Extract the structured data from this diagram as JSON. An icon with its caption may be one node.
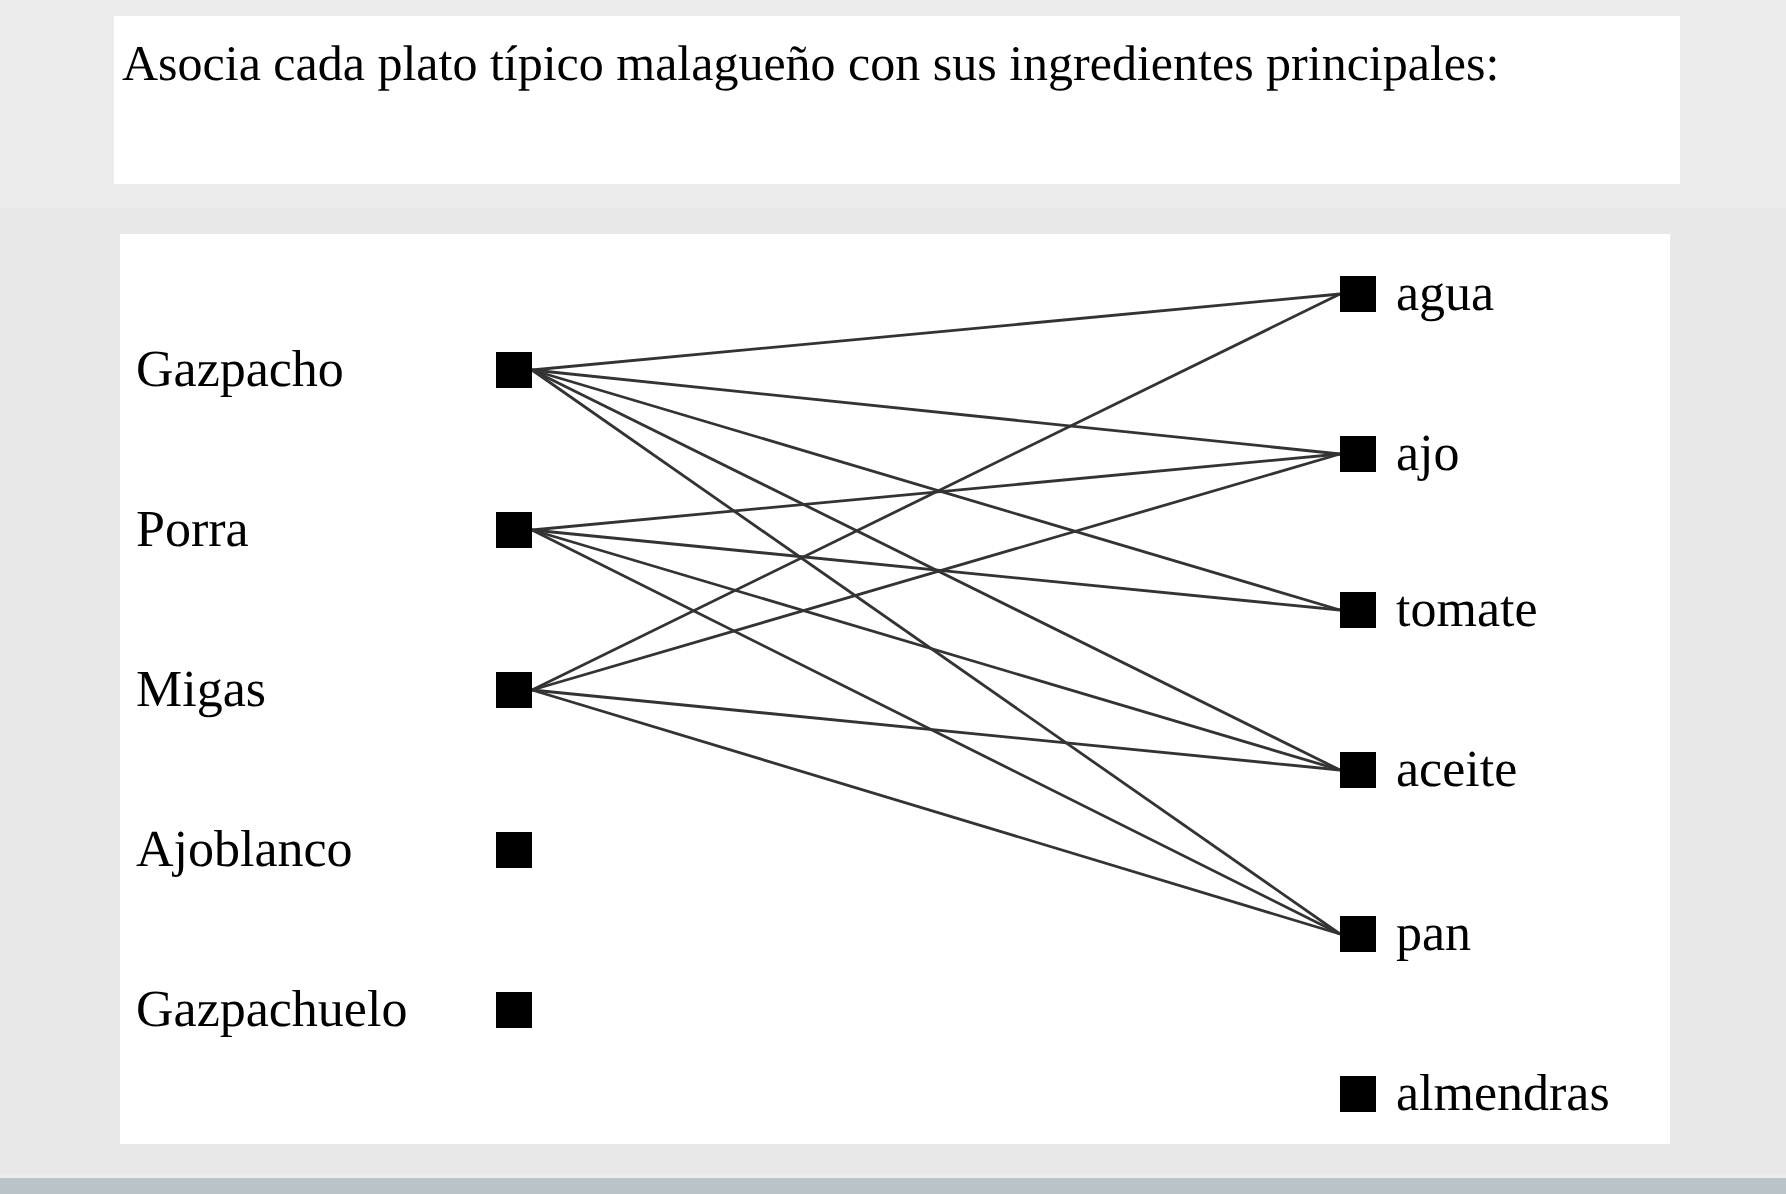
{
  "diagram": {
    "title": "Asocia cada plato típico malagueño con sus ingredientes principales:",
    "nodes": [
      {
        "text": [
          "Gazpacho"
        ]
      },
      {
        "text": [
          "Porra"
        ]
      },
      {
        "text": [
          "Migas"
        ]
      },
      {
        "text": [
          "Ajoblanco"
        ]
      },
      {
        "text": [
          "Gazpachuelo"
        ]
      },
      {
        "text": [
          "agua"
        ]
      },
      {
        "text": [
          "ajo"
        ]
      },
      {
        "text": [
          "tomate"
        ]
      },
      {
        "text": [
          "aceite"
        ]
      },
      {
        "text": [
          "pan"
        ]
      },
      {
        "text": [
          "almendras"
        ]
      }
    ],
    "edges": [
      {
        "from": 0,
        "to": 5,
        "arrow": "none"
      },
      {
        "from": 0,
        "to": 6,
        "arrow": "none"
      },
      {
        "from": 0,
        "to": 7,
        "arrow": "none"
      },
      {
        "from": 0,
        "to": 8,
        "arrow": "none"
      },
      {
        "from": 0,
        "to": 9,
        "arrow": "none"
      },
      {
        "from": 1,
        "to": 6,
        "arrow": "none"
      },
      {
        "from": 1,
        "to": 7,
        "arrow": "none"
      },
      {
        "from": 1,
        "to": 8,
        "arrow": "none"
      },
      {
        "from": 1,
        "to": 9,
        "arrow": "none"
      },
      {
        "from": 2,
        "to": 5,
        "arrow": "none"
      },
      {
        "from": 2,
        "to": 6,
        "arrow": "none"
      },
      {
        "from": 2,
        "to": 8,
        "arrow": "none"
      },
      {
        "from": 2,
        "to": 9,
        "arrow": "none"
      }
    ]
  }
}
